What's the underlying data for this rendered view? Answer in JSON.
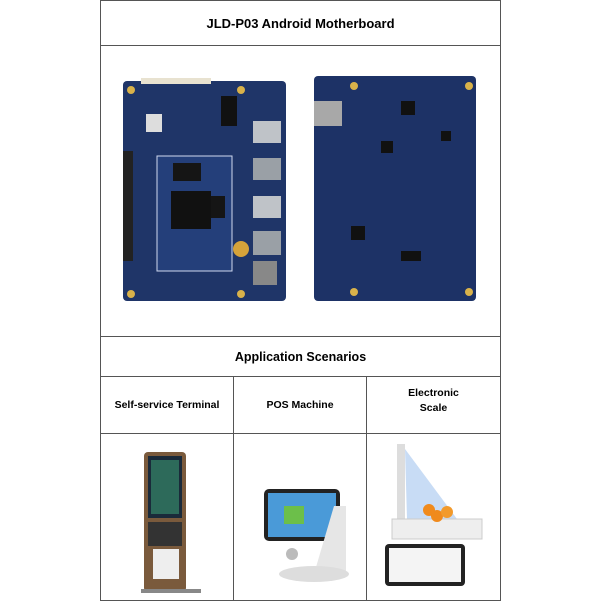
{
  "title": "JLD-P03 Android Motherboard",
  "section_title": "Application Scenarios",
  "scenarios": [
    {
      "label_lines": [
        "Self-service Terminal"
      ]
    },
    {
      "label_lines": [
        "POS Machine"
      ]
    },
    {
      "label_lines": [
        "Electronic",
        "Scale"
      ]
    }
  ],
  "colors": {
    "board": "#1f3568",
    "border": "#555555"
  }
}
